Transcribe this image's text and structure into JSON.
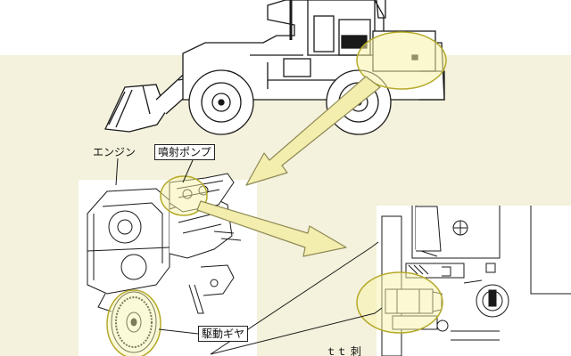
{
  "labels": {
    "engine": "エンジン",
    "injection_pump": "噴射ポンプ",
    "drive_gear": "駆動ギヤ",
    "partial_bottom": "ｔｔ 刺"
  },
  "colors": {
    "background_top": "#ffffff",
    "background_cream": "#f4f1dc",
    "highlight_fill": "#f7f3a8",
    "highlight_stroke": "#b5a92a",
    "arrow_fill": "#f3eeae",
    "arrow_stroke": "#8f8a55",
    "line_ink": "#1a1a1a"
  },
  "icons": {
    "arrow_top": "down-left-arrow",
    "arrow_middle": "right-arrow",
    "leader_lines": "callout-line"
  }
}
